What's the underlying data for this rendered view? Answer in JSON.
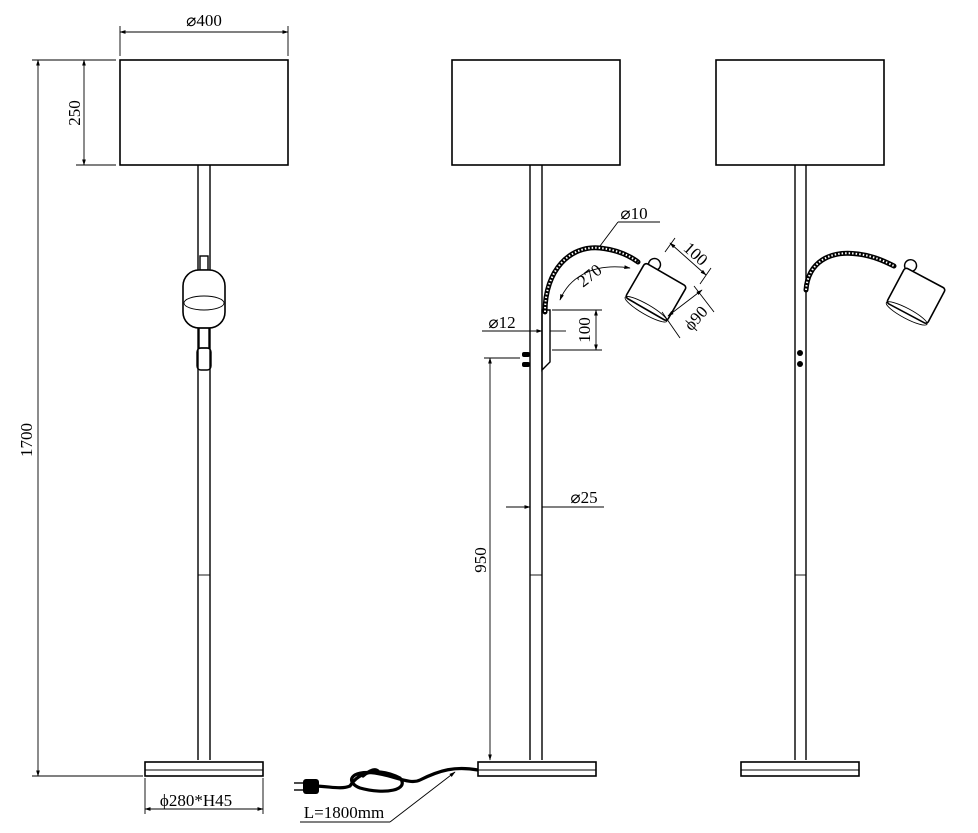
{
  "dimensions": {
    "shade_diameter": "⌀400",
    "shade_height": "250",
    "total_height": "1700",
    "base": "ϕ280*H45",
    "cord_length": "L=1800mm",
    "arm_diameter": "⌀10",
    "arm_rotation": "270",
    "spot_length": "100",
    "spot_diameter": "ϕ90",
    "mount_diameter": "⌀12",
    "mount_height": "100",
    "pole_diameter": "⌀25",
    "switch_height": "950"
  },
  "views": [
    "front-view",
    "side-view-dimensioned",
    "side-view-plain"
  ]
}
